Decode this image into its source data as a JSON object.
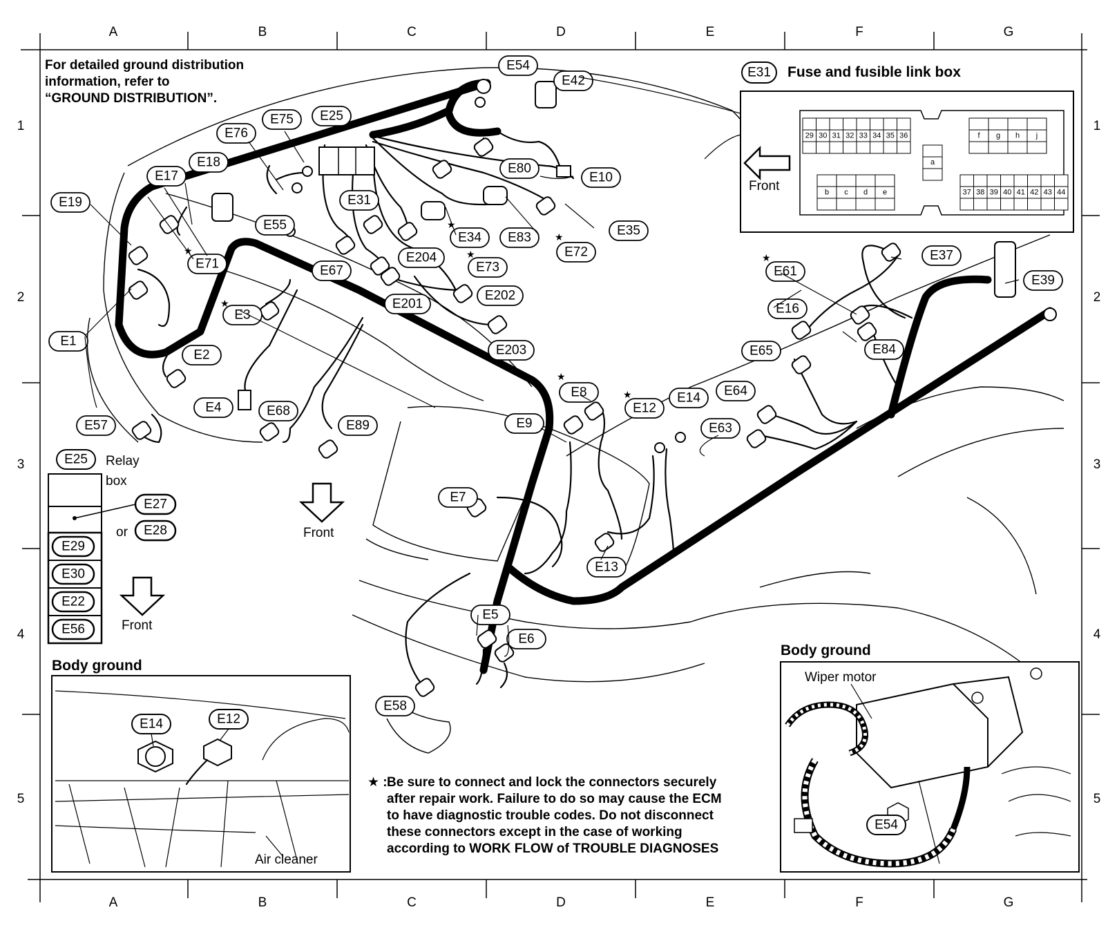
{
  "grid": {
    "columns": [
      "A",
      "B",
      "C",
      "D",
      "E",
      "F",
      "G"
    ],
    "rows": [
      "1",
      "2",
      "3",
      "4",
      "5"
    ]
  },
  "notes": {
    "ground_line1": "For detailed ground distribution",
    "ground_line2": "information, refer to",
    "ground_line3": "“GROUND DISTRIBUTION”.",
    "star_mark": "★",
    "star_colon": "★ :",
    "caution_lines": [
      "Be sure to connect and lock the connectors securely",
      "after repair work. Failure to do so may cause the ECM",
      "to have diagnostic trouble codes. Do not disconnect",
      "these connectors except in the case of working",
      "according to WORK FLOW of TROUBLE DIAGNOSES"
    ]
  },
  "fuse_box": {
    "tag": "E31",
    "title": "Fuse and fusible link box",
    "front_label": "Front",
    "row1_cells": [
      "29",
      "30",
      "31",
      "32",
      "33",
      "34",
      "35",
      "36"
    ],
    "row2_cells": [
      "f",
      "g",
      "h",
      "j"
    ],
    "mid_cell": "a",
    "row3_cells": [
      "b",
      "c",
      "d",
      "e"
    ],
    "row4_cells": [
      "37",
      "38",
      "39",
      "40",
      "41",
      "42",
      "43",
      "44"
    ]
  },
  "relay_box": {
    "tag": "E25",
    "label_line1": "Relay",
    "label_line2": "box",
    "side_tag1": "E27",
    "or_text": "or",
    "side_tag2": "E28",
    "stack": [
      "E29",
      "E30",
      "E22",
      "E56"
    ],
    "front_label": "Front"
  },
  "center_front_label": "Front",
  "body_ground_left": {
    "title": "Body ground",
    "tags": [
      "E14",
      "E12"
    ],
    "caption": "Air cleaner"
  },
  "body_ground_right": {
    "title": "Body ground",
    "caption": "Wiper motor",
    "tag": "E54"
  },
  "connectors": [
    {
      "id": "E54",
      "star": false
    },
    {
      "id": "E42",
      "star": false
    },
    {
      "id": "E25",
      "star": false
    },
    {
      "id": "E75",
      "star": false
    },
    {
      "id": "E76",
      "star": false
    },
    {
      "id": "E18",
      "star": false
    },
    {
      "id": "E17",
      "star": false
    },
    {
      "id": "E19",
      "star": false
    },
    {
      "id": "E80",
      "star": false
    },
    {
      "id": "E10",
      "star": false
    },
    {
      "id": "E31",
      "star": false
    },
    {
      "id": "E55",
      "star": false
    },
    {
      "id": "E35",
      "star": false
    },
    {
      "id": "E34",
      "star": true
    },
    {
      "id": "E83",
      "star": false
    },
    {
      "id": "E72",
      "star": true
    },
    {
      "id": "E71",
      "star": true
    },
    {
      "id": "E204",
      "star": false
    },
    {
      "id": "E73",
      "star": true
    },
    {
      "id": "E67",
      "star": false
    },
    {
      "id": "E202",
      "star": false
    },
    {
      "id": "E3",
      "star": true
    },
    {
      "id": "E201",
      "star": false
    },
    {
      "id": "E203",
      "star": false
    },
    {
      "id": "E1",
      "star": false
    },
    {
      "id": "E2",
      "star": false
    },
    {
      "id": "E4",
      "star": false
    },
    {
      "id": "E68",
      "star": false
    },
    {
      "id": "E89",
      "star": false
    },
    {
      "id": "E57",
      "star": false
    },
    {
      "id": "E8",
      "star": true
    },
    {
      "id": "E9",
      "star": false
    },
    {
      "id": "E12",
      "star": true
    },
    {
      "id": "E14",
      "star": false
    },
    {
      "id": "E64",
      "star": false
    },
    {
      "id": "E63",
      "star": false
    },
    {
      "id": "E7",
      "star": false
    },
    {
      "id": "E13",
      "star": false
    },
    {
      "id": "E5",
      "star": false
    },
    {
      "id": "E6",
      "star": false
    },
    {
      "id": "E58",
      "star": false
    },
    {
      "id": "E37",
      "star": false
    },
    {
      "id": "E61",
      "star": true
    },
    {
      "id": "E39",
      "star": false
    },
    {
      "id": "E16",
      "star": false
    },
    {
      "id": "E65",
      "star": false
    },
    {
      "id": "E84",
      "star": false
    }
  ]
}
